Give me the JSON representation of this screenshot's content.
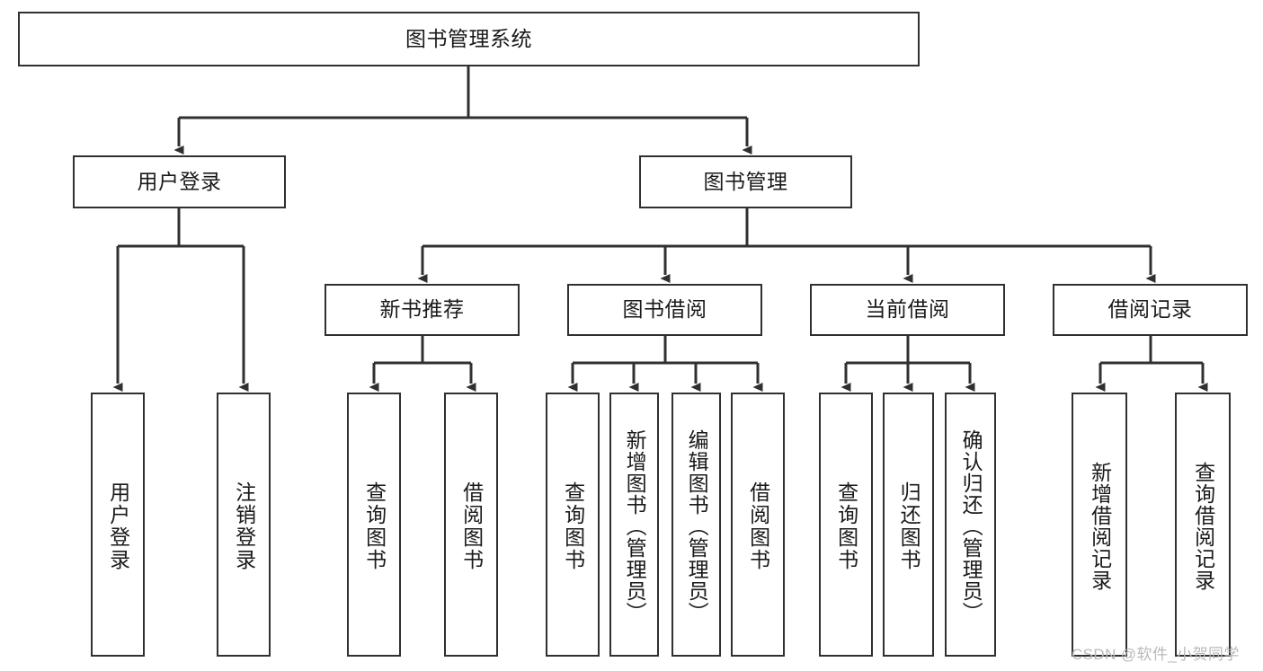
{
  "diagram": {
    "type": "hierarchy-tree",
    "title": "图书管理系统",
    "watermark": "CSDN @软件_小贺同学",
    "colors": {
      "box_border": "#303030",
      "box_fill": "#ffffff",
      "connector": "#303030",
      "text": "#1a1a1a",
      "watermark": "#b9b9b9"
    },
    "levels": {
      "root": {
        "label": "图书管理系统"
      },
      "level2": [
        {
          "label": "用户登录"
        },
        {
          "label": "图书管理"
        }
      ],
      "level3": [
        {
          "label": "新书推荐"
        },
        {
          "label": "图书借阅"
        },
        {
          "label": "当前借阅"
        },
        {
          "label": "借阅记录"
        }
      ],
      "leaves": {
        "user_login": [
          {
            "label": "用户登录"
          },
          {
            "label": "注销登录"
          }
        ],
        "new_book_recommend": [
          {
            "label": "查询图书"
          },
          {
            "label": "借阅图书"
          }
        ],
        "book_borrow": [
          {
            "label": "查询图书"
          },
          {
            "label": "新增图书（管理员）"
          },
          {
            "label": "编辑图书（管理员）"
          },
          {
            "label": "借阅图书"
          }
        ],
        "current_borrow": [
          {
            "label": "查询图书"
          },
          {
            "label": "归还图书"
          },
          {
            "label": "确认归还（管理员）"
          }
        ],
        "borrow_record": [
          {
            "label": "新增借阅记录"
          },
          {
            "label": "查询借阅记录"
          }
        ]
      }
    }
  }
}
